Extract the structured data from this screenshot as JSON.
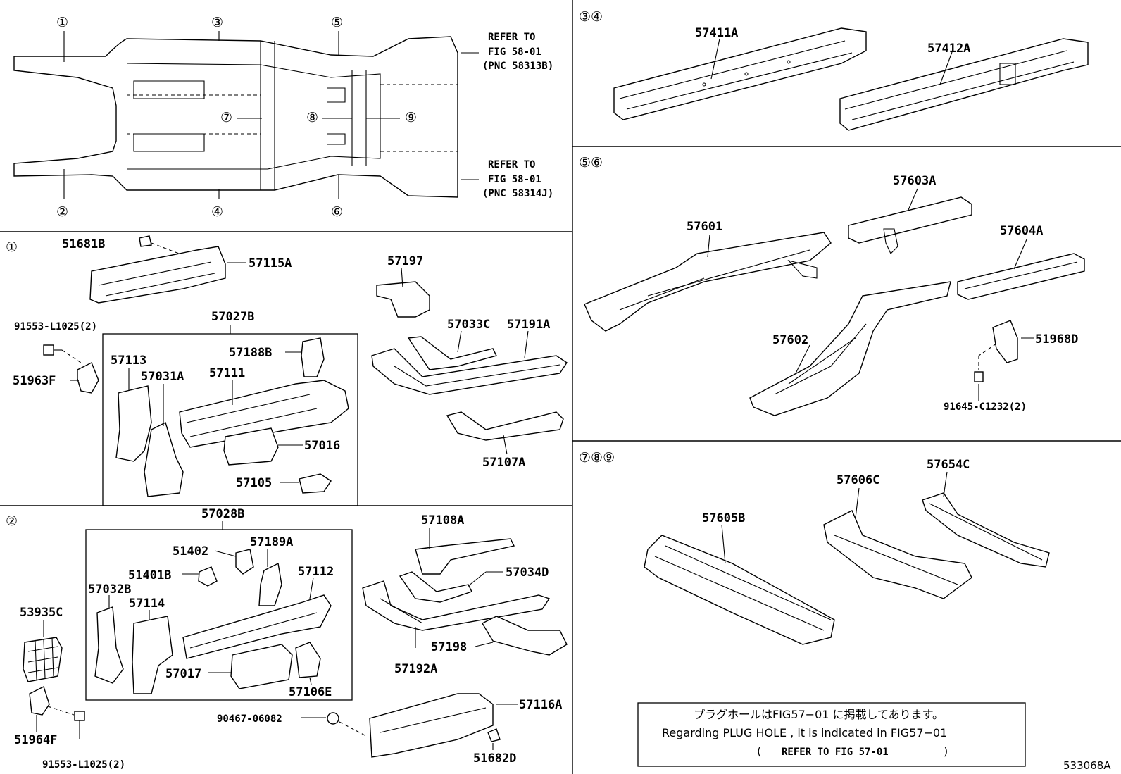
{
  "overview": {
    "callouts": [
      "①",
      "②",
      "③",
      "④",
      "⑤",
      "⑥",
      "⑦",
      "⑧",
      "⑨"
    ],
    "refer_top": [
      "REFER TO",
      "FIG 58-01",
      "(PNC 58313B)"
    ],
    "refer_bottom": [
      "REFER TO",
      "FIG 58-01",
      "(PNC 58314J)"
    ]
  },
  "sections": {
    "s34": "③④",
    "s56": "⑤⑥",
    "s789": "⑦⑧⑨",
    "s1": "①",
    "s2": "②"
  },
  "parts": {
    "p57411A": "57411A",
    "p57412A": "57412A",
    "p57603A": "57603A",
    "p57601": "57601",
    "p57604A": "57604A",
    "p57602": "57602",
    "p51968D": "51968D",
    "p91645": "91645-C1232(2)",
    "p57606C": "57606C",
    "p57654C": "57654C",
    "p57605B": "57605B",
    "p51681B": "51681B",
    "p57115A": "57115A",
    "p57197": "57197",
    "p91553a": "91553-L1025(2)",
    "p57027B": "57027B",
    "p51963F": "51963F",
    "p57113": "57113",
    "p57031A": "57031A",
    "p57188B": "57188B",
    "p57111": "57111",
    "p57016": "57016",
    "p57105": "57105",
    "p57033C": "57033C",
    "p57191A": "57191A",
    "p57107A": "57107A",
    "p57028B": "57028B",
    "p57108A": "57108A",
    "p51402": "51402",
    "p57189A": "57189A",
    "p51401B": "51401B",
    "p57112": "57112",
    "p57034D": "57034D",
    "p57032B": "57032B",
    "p57114": "57114",
    "p53935C": "53935C",
    "p57017": "57017",
    "p57106E": "57106E",
    "p57198": "57198",
    "p57192A": "57192A",
    "p90467": "90467-06082",
    "p57116A": "57116A",
    "p51964F": "51964F",
    "p91553b": "91553-L1025(2)",
    "p51682D": "51682D"
  },
  "note": {
    "jp": "プラグホールはFIG57−01 に掲載してあります。",
    "en": "Regarding PLUG HOLE , it is indicated in FIG57−01",
    "ref_open": "(",
    "ref": "REFER TO FIG 57-01",
    "ref_close": ")"
  },
  "code": "533068A"
}
